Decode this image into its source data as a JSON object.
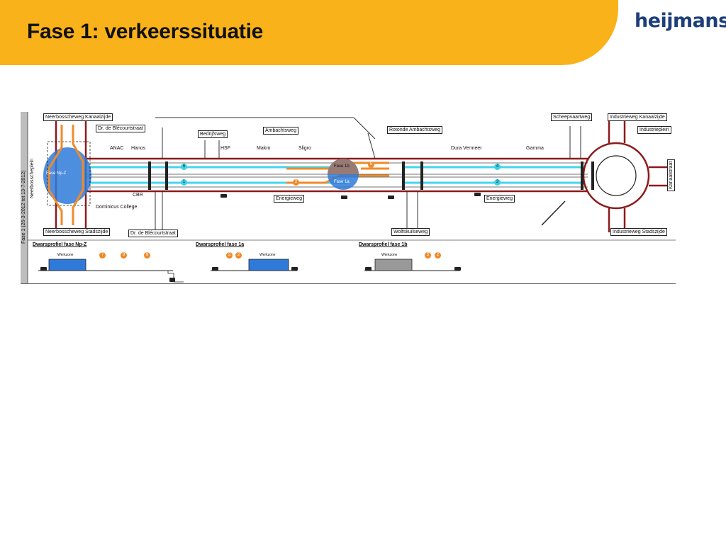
{
  "slide": {
    "title": "Fase 1: verkeerssituatie",
    "logo": "heijmans"
  },
  "colors": {
    "header": "#f9b21a",
    "logo": "#1d3e79",
    "road": "#8c1a1a",
    "lane_cyan": "#41d6f2",
    "detour": "#f08a2a",
    "workzone": "#2f7ad8"
  },
  "diagram": {
    "side_label": "Fase 1 (26-3-2012 tot 13-7-2012)",
    "roads": {
      "neer_kanaal": "Neerbosscheweg Kanaalzijde",
      "neer_stad": "Neerbosscheweg Stadszijde",
      "neerbosschepleln": "Neerbosschepleln",
      "blecourt_top": "Dr. de Blécourtstraat",
      "blecourt_bottom": "Dr. de Blécourtstraat",
      "bedrijfsweg": "Bedrijfsweg",
      "ambachtsweg": "Ambachtsweg",
      "rotonde": "Rotonde Ambachtsweg",
      "scheepvaartweg": "Scheepvaartweg",
      "ind_kanaal": "Industrieweg Kanaalzijde",
      "industrieplein": "Industrieplein",
      "kanaalstraat": "Kanaalstraat",
      "ind_stad": "Industrieweg Stadszijde",
      "energieweg_1": "Energieweg",
      "energieweg_2": "Energieweg",
      "wolfskuilseweg": "Wolfskuilseweg"
    },
    "places": {
      "anac": "ANAC",
      "hanos": "Hanos",
      "hsf": "HSF",
      "makro": "Makro",
      "sligro": "Sligro",
      "dura": "Dura Vermeer",
      "gamma": "Gamma",
      "cbr": "CBR",
      "dominicus": "Dominicus College"
    },
    "zones": {
      "np_z": "Fase Np-Z",
      "fase_1b": "Fase 1b",
      "fase_1a": "Fase 1a"
    },
    "route_badges": {
      "lane6": "6",
      "lane1": "1",
      "lane2": "2",
      "lane5": "5",
      "lane4": "4",
      "lane3": "3"
    },
    "profiles": {
      "p1": {
        "title": "Dwarsprofiel fase Np-Z",
        "workzone": "Werkzone",
        "badges": [
          "7",
          "8",
          "9"
        ]
      },
      "p2": {
        "title": "Dwarsprofiel fase 1a",
        "workzone": "Werkzone",
        "badges": [
          "5",
          "2"
        ]
      },
      "p3": {
        "title": "Dwarsprofiel fase 1b",
        "workzone": "Werkzone",
        "badges": [
          "5",
          "2"
        ]
      }
    }
  }
}
